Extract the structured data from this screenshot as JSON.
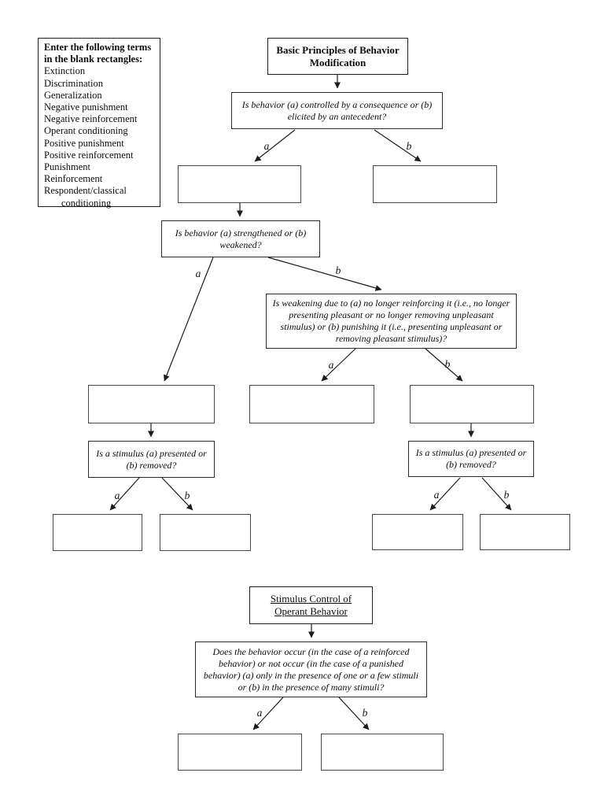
{
  "legend": {
    "heading_line1": "Enter the following terms",
    "heading_line2": "in the blank rectangles:",
    "terms": [
      "Extinction",
      "Discrimination",
      "Generalization",
      "Negative punishment",
      "Negative reinforcement",
      "Operant conditioning",
      "Positive punishment",
      "Positive reinforcement",
      "Punishment",
      "Reinforcement",
      "Respondent/classical conditioning"
    ]
  },
  "flow1": {
    "title_line1": "Basic Principles of Behavior",
    "title_line2": "Modification",
    "q_antecedent": "Is behavior (a) controlled by a consequence or (b) elicited by an antecedent?",
    "q_strengthened": "Is behavior (a) strengthened or (b) weakened?",
    "q_weakening": "Is weakening due to (a) no longer reinforcing it (i.e., no longer presenting pleasant or no longer removing unpleasant stimulus) or (b) punishing it (i.e., presenting unpleasant or removing pleasant stimulus)?",
    "q_stimulus": "Is a stimulus (a) presented or (b) removed?"
  },
  "flow2": {
    "title_line1": "Stimulus Control of",
    "title_line2": "Operant Behavior",
    "q_occurrence": "Does the behavior occur (in the case of a reinforced behavior) or not occur (in the case of a punished behavior) (a) only in the presence of one or a few stimuli or (b) in the presence of many stimuli?"
  },
  "branch_labels": {
    "a": "a",
    "b": "b"
  },
  "colors": {
    "background": "#ffffff",
    "box_border": "#2b2b2b",
    "blank_border": "#474747",
    "line": "#1c1c1c",
    "text": "#0d0d0d"
  }
}
